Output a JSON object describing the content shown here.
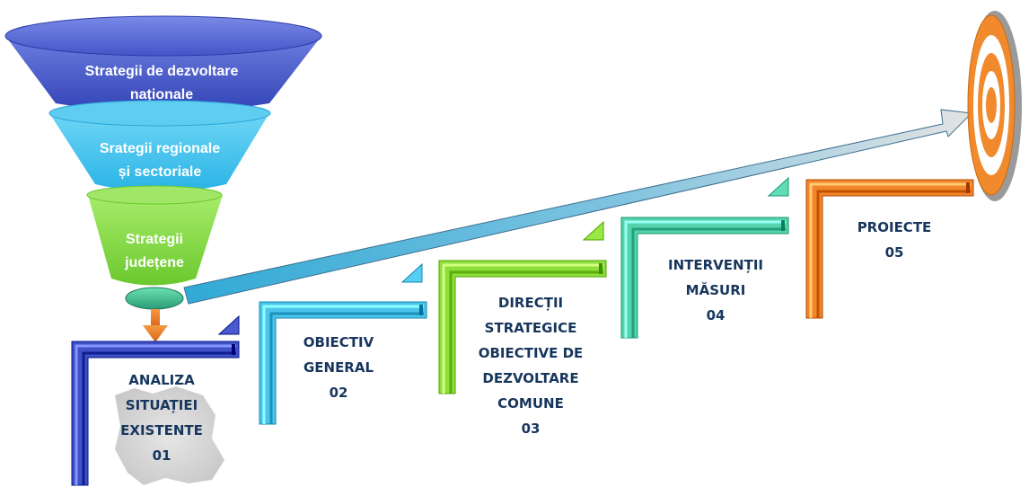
{
  "funnel": {
    "level1": {
      "line1": "Strategii de dezvoltare",
      "line2": "naționale",
      "color": "#3f51c4"
    },
    "level2": {
      "line1": "Srategii regionale",
      "line2": "și sectoriale",
      "color": "#41c4ee"
    },
    "level3": {
      "line1": "Strategii",
      "line2": "județene",
      "color": "#8ee04a"
    }
  },
  "steps": [
    {
      "lines": [
        "ANALIZA",
        "SITUAȚIEI",
        "EXISTENTE",
        "01"
      ],
      "color": "#3f51c4"
    },
    {
      "lines": [
        "OBIECTIV",
        "GENERAL",
        "02"
      ],
      "color": "#4cc4ec"
    },
    {
      "lines": [
        "DIRECȚII",
        "STRATEGICE",
        "OBIECTIVE DE",
        "DEZVOLTARE",
        "COMUNE",
        "03"
      ],
      "color": "#8ede3c"
    },
    {
      "lines": [
        "INTERVENȚII",
        "MĂSURI",
        "04"
      ],
      "color": "#54d3ad"
    },
    {
      "lines": [
        "PROIECTE",
        "05"
      ],
      "color": "#f2852b"
    }
  ],
  "target": {
    "color": "#f08a2c"
  },
  "arrow": {
    "color_start": "#2fa9d6",
    "color_end": "#d9d9d9"
  }
}
